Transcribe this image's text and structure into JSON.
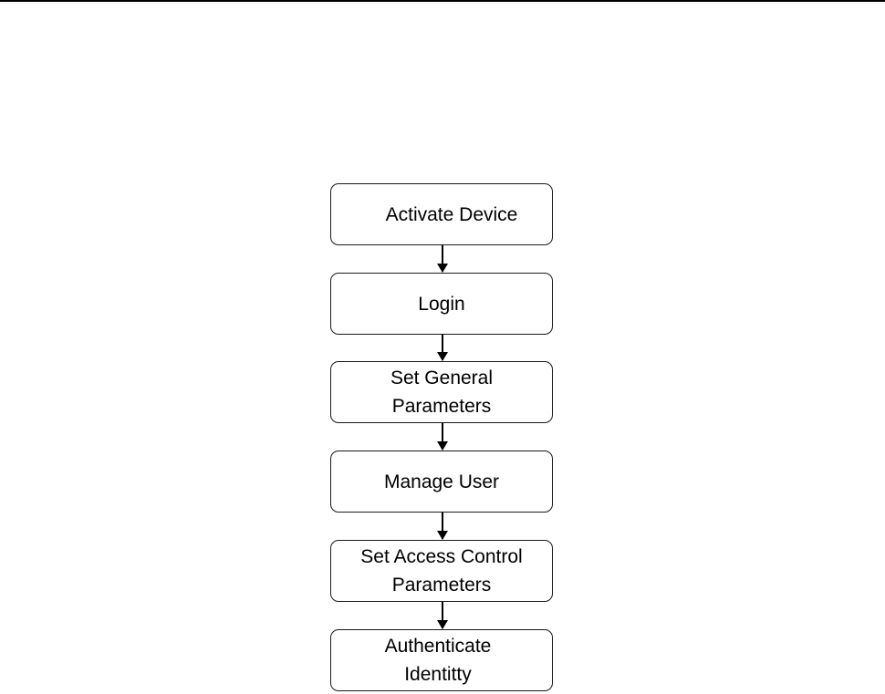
{
  "flowchart": {
    "steps": [
      {
        "label": "Activate Device"
      },
      {
        "label": "Login"
      },
      {
        "label": "Set General\nParameters"
      },
      {
        "label": "Manage User"
      },
      {
        "label": "Set Access Control\nParameters"
      },
      {
        "label": "Authenticate\nIdentitty"
      }
    ],
    "connector_color": "#000000",
    "box_border_color": "#1a1a1a"
  }
}
